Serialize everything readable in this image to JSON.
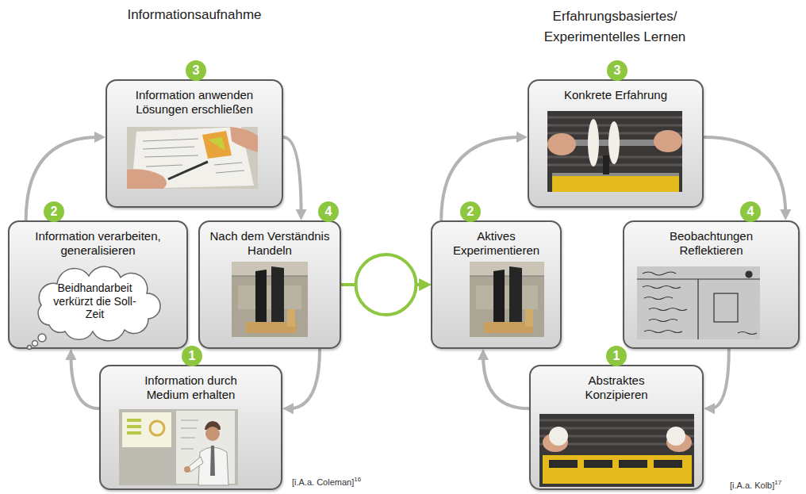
{
  "diagram": {
    "nodes": [
      {
        "text": [
          "3",
          "Information anwenden Lösungen erschließen"
        ]
      },
      {
        "text": [
          "2",
          "Information verarbeiten, generalisieren"
        ]
      },
      {
        "text": [
          "4",
          "Nach dem Verständnis Handeln"
        ]
      },
      {
        "text": [
          "1",
          "Information durch Medium erhalten"
        ]
      },
      {
        "text": [
          "Beidhandarbeit verkürzt die Soll-Zeit"
        ],
        "in": 1
      },
      {
        "text": [
          "3",
          "Konkrete Erfahrung"
        ]
      },
      {
        "text": [
          "2",
          "Aktives Experimentieren"
        ]
      },
      {
        "text": [
          "4",
          "Beobachtungen Reflektieren"
        ]
      },
      {
        "text": [
          "1",
          "Abstraktes Konzipieren"
        ]
      }
    ],
    "edges": [
      {
        "from": 3,
        "to": 1,
        "arrow": "to"
      },
      {
        "from": 1,
        "to": 0,
        "arrow": "to"
      },
      {
        "from": 0,
        "to": 2,
        "arrow": "to"
      },
      {
        "from": 2,
        "to": 3,
        "arrow": "to"
      },
      {
        "from": 8,
        "to": 6,
        "arrow": "to"
      },
      {
        "from": 6,
        "to": 5,
        "arrow": "to"
      },
      {
        "from": 5,
        "to": 7,
        "arrow": "to"
      },
      {
        "from": 7,
        "to": 8,
        "arrow": "to"
      },
      {
        "from": 2,
        "to": 6,
        "arrow": "to"
      }
    ],
    "labels": [
      "Informationsaufnahme",
      "Erfahrungsbasiertes/ Experimentelles Lernen",
      "[i.A.a. Coleman]",
      "16",
      "[i.A.a. Kolb]",
      "17"
    ]
  }
}
